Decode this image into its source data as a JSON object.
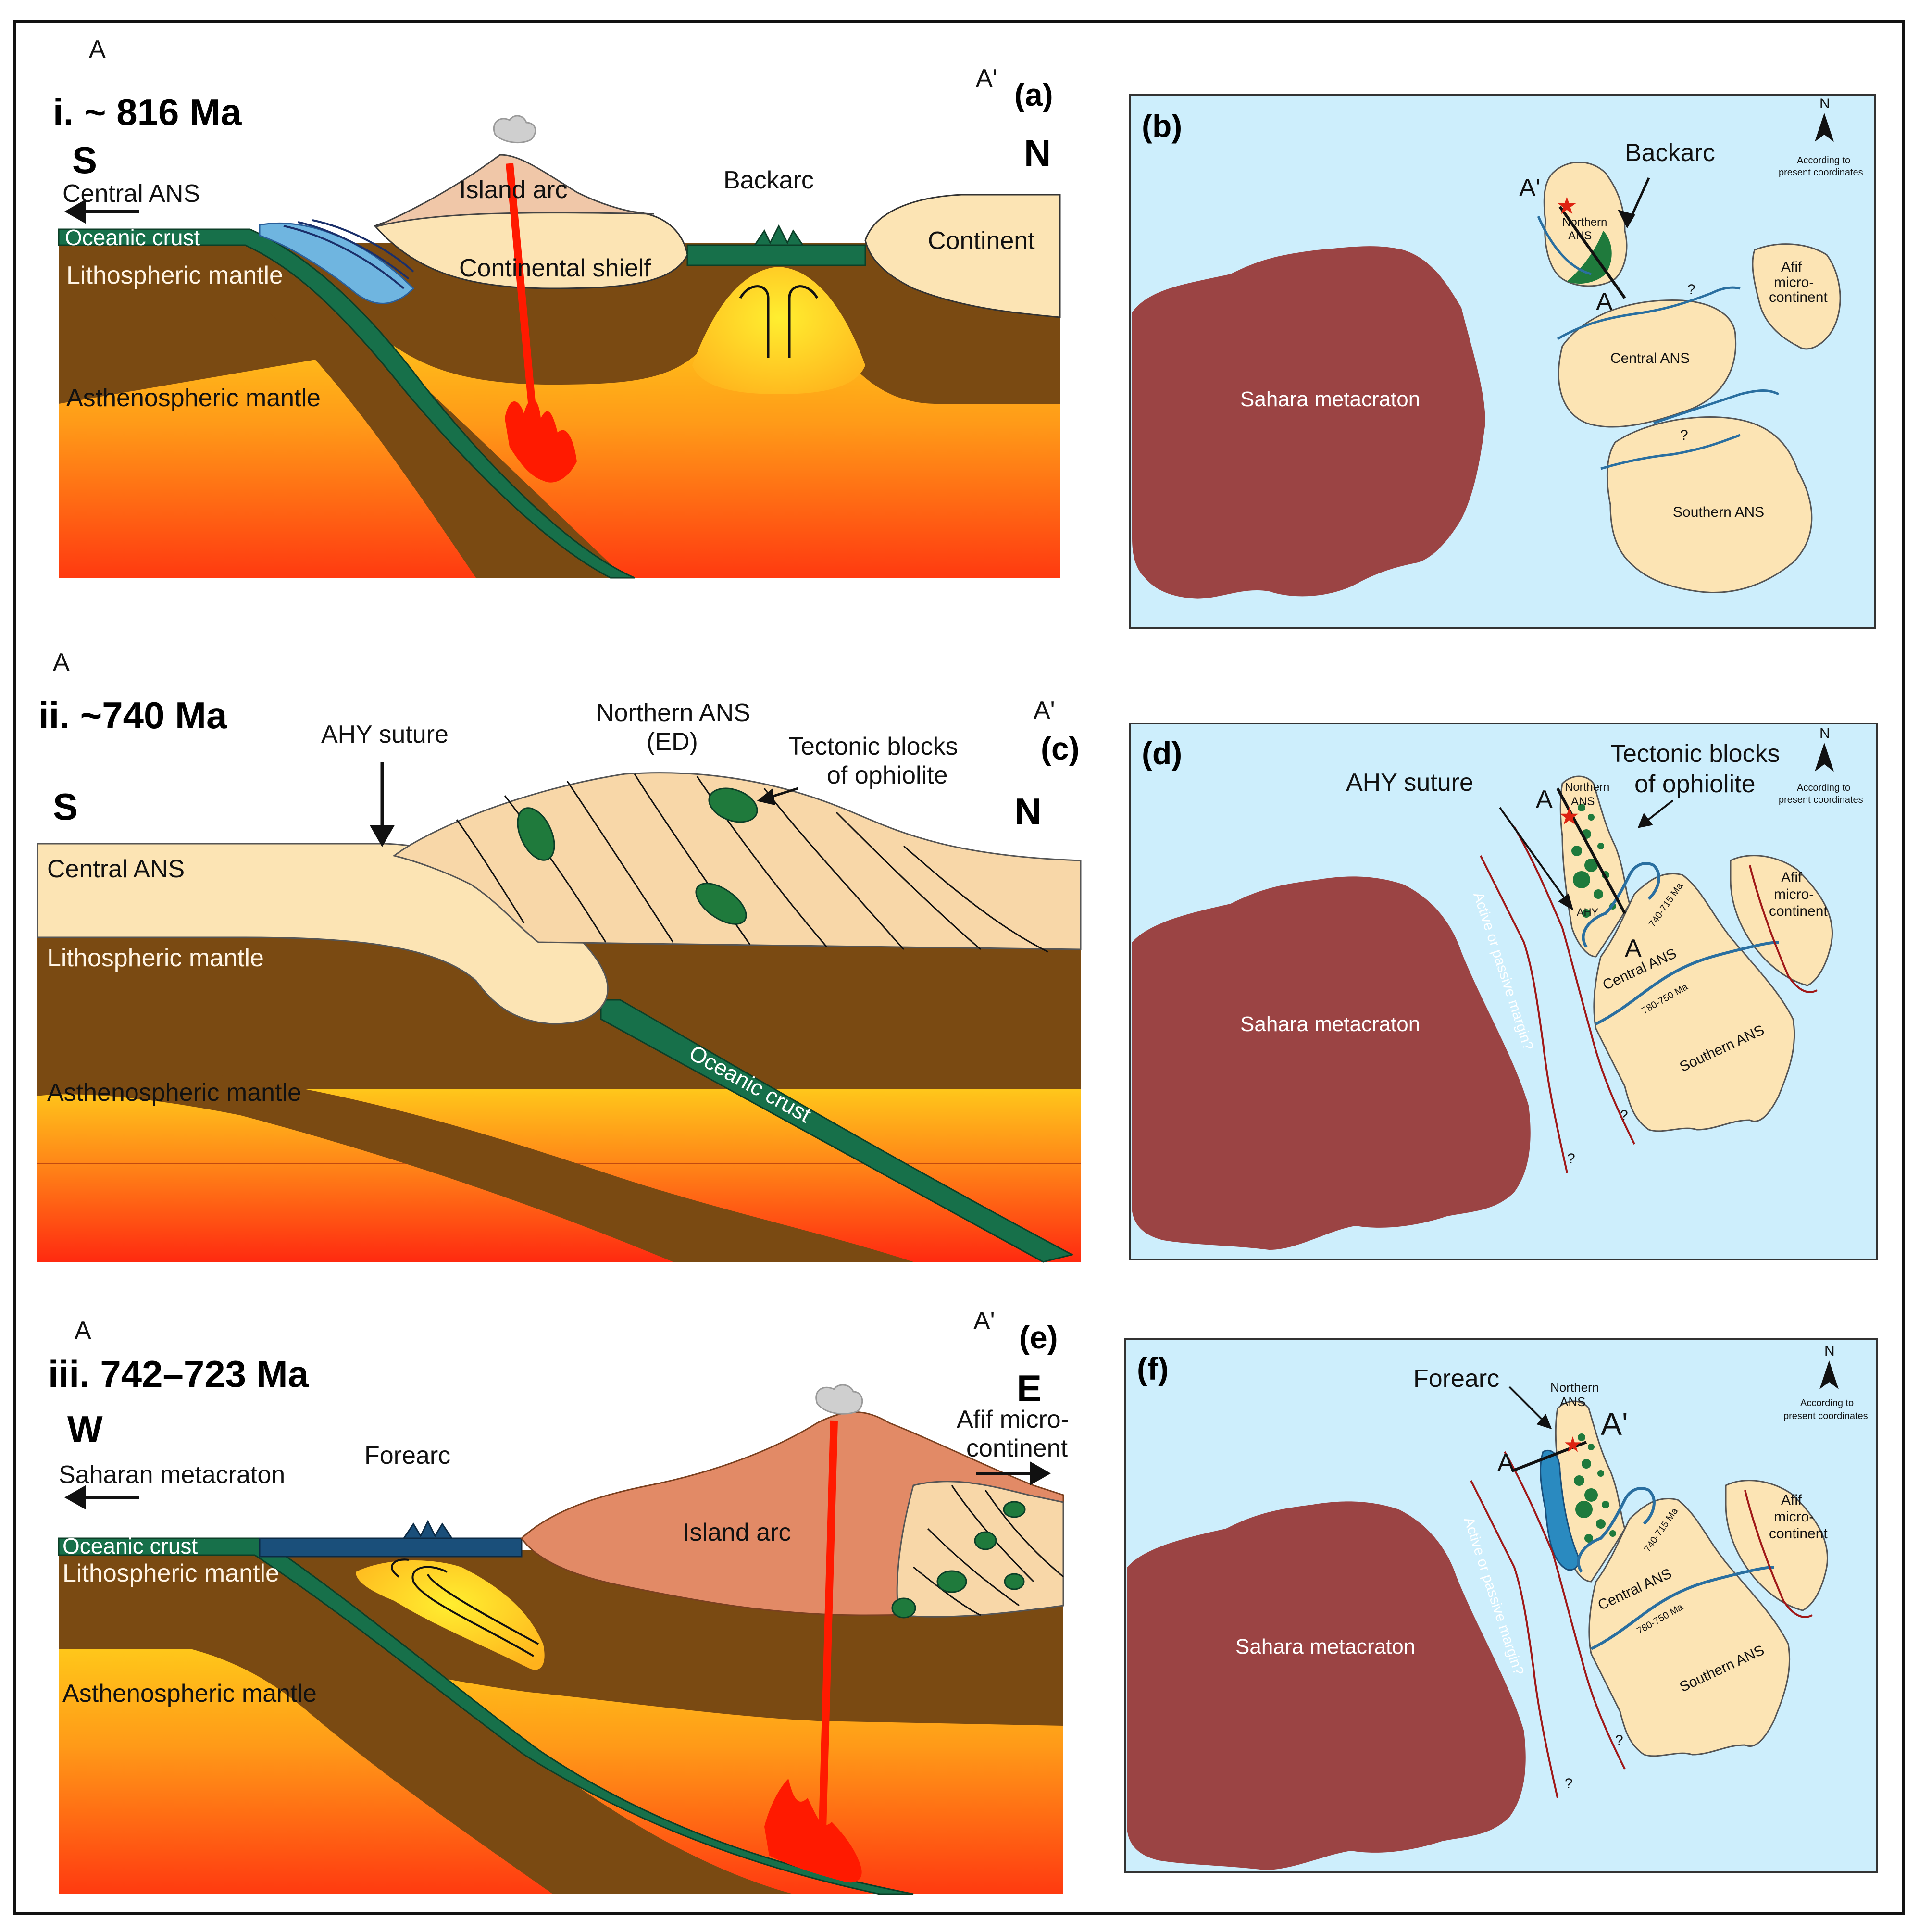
{
  "colors": {
    "ocean": "#cdeefc",
    "craton": "#9b4444",
    "ans": "#fce4b4",
    "mantle": "#7a4a12",
    "crust": "#17704a",
    "arc": "#e28a66",
    "magma": "#ff1a00",
    "ophiolite": "#1f7a3c",
    "suture": "#2a6fa0",
    "thrust": "#a01818"
  },
  "panel_i": {
    "section_start": "A",
    "section_end": "A'",
    "stage": "i. ~ 816 Ma",
    "letter": "(a)",
    "dir_left": "S",
    "dir_right": "N",
    "arrow_label": "Central ANS",
    "labels": {
      "island_arc": "Island arc",
      "backarc": "Backarc",
      "continent": "Continent",
      "oceanic_crust": "Oceanic crust",
      "lithospheric": "Lithospheric mantle",
      "shelf": "Continental shielf",
      "asthenospheric": "Asthenospheric mantle"
    }
  },
  "panel_ii": {
    "section_start": "A",
    "section_end": "A'",
    "stage": "ii. ~740 Ma",
    "letter": "(c)",
    "dir_left": "S",
    "dir_right": "N",
    "labels": {
      "ahy": "AHY suture",
      "northern_1": "Northern ANS",
      "northern_2": "(ED)",
      "blocks_1": "Tectonic blocks",
      "blocks_2": "of ophiolite",
      "central": "Central ANS",
      "lithospheric": "Lithospheric mantle",
      "asthenospheric": "Asthenospheric mantle",
      "oceanic_crust": "Oceanic crust"
    }
  },
  "panel_iii": {
    "section_start": "A",
    "section_end": "A'",
    "stage": "iii. 742–723 Ma",
    "letter": "(e)",
    "dir_left": "W",
    "dir_right": "E",
    "left_arrow_label": "Saharan metacraton",
    "right_arrow_label_1": "Afif micro-",
    "right_arrow_label_2": "continent",
    "labels": {
      "forearc": "Forearc",
      "island_arc": "Island arc",
      "oceanic_crust": "Oceanic crust",
      "lithospheric": "Lithospheric mantle",
      "asthenospheric": "Asthenospheric mantle"
    }
  },
  "map_b": {
    "letter": "(b)",
    "north": "N",
    "coords_1": "According to",
    "coords_2": "present coordinates",
    "craton": "Sahara metacraton",
    "backarc": "Backarc",
    "northern_1": "Northern",
    "northern_2": "ANS",
    "afif_1": "Afif",
    "afif_2": "micro-",
    "afif_3": "continent",
    "central": "Central ANS",
    "southern": "Southern ANS",
    "point_a": "A",
    "point_a2": "A'",
    "question": "?"
  },
  "map_d": {
    "letter": "(d)",
    "north": "N",
    "coords_1": "According to",
    "coords_2": "present coordinates",
    "craton": "Sahara metacraton",
    "blocks_1": "Tectonic blocks",
    "blocks_2": "of ophiolite",
    "ahy": "AHY suture",
    "ahy_small": "AHY",
    "northern_1": "Northern",
    "northern_2": "ANS",
    "afif_1": "Afif",
    "afif_2": "micro-",
    "afif_3": "continent",
    "central": "Central ANS",
    "southern": "Southern ANS",
    "age_1": "740-715 Ma",
    "age_2": "780-750 Ma",
    "margin": "Active or passive margin?",
    "point_a": "A",
    "point_a2": "A'",
    "question": "?"
  },
  "map_f": {
    "letter": "(f)",
    "north": "N",
    "coords_1": "According to",
    "coords_2": "present coordinates",
    "craton": "Sahara metacraton",
    "forearc": "Forearc",
    "northern_1": "Northern",
    "northern_2": "ANS",
    "afif_1": "Afif",
    "afif_2": "micro-",
    "afif_3": "continent",
    "central": "Central ANS",
    "southern": "Southern ANS",
    "age_1": "740-715 Ma",
    "age_2": "780-750 Ma",
    "margin": "Active or passive margin?",
    "point_a": "A",
    "point_a2": "A'",
    "question": "?"
  }
}
